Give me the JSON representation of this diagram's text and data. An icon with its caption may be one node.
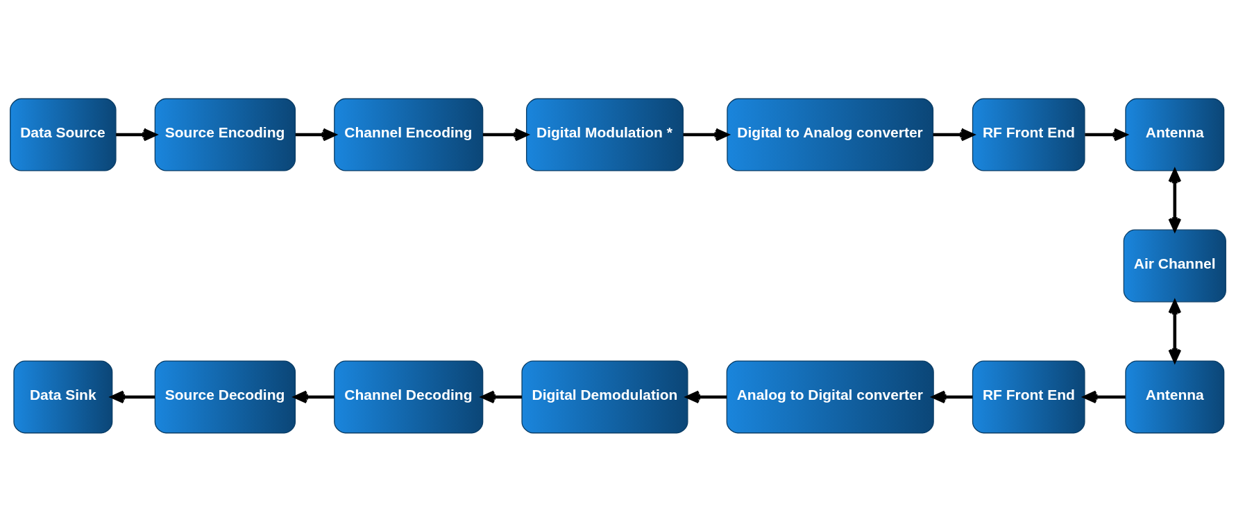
{
  "diagram": {
    "nodes": [
      {
        "text": [
          "Data Source"
        ]
      },
      {
        "text": [
          "Source Encoding"
        ]
      },
      {
        "text": [
          "Channel Encoding"
        ]
      },
      {
        "text": [
          "Digital Modulation *"
        ]
      },
      {
        "text": [
          "Digital to Analog converter"
        ]
      },
      {
        "text": [
          "RF Front End"
        ]
      },
      {
        "text": [
          "Antenna"
        ]
      },
      {
        "text": [
          "Air Channel"
        ]
      },
      {
        "text": [
          "Antenna"
        ]
      },
      {
        "text": [
          "RF Front End"
        ]
      },
      {
        "text": [
          "Analog to Digital converter"
        ]
      },
      {
        "text": [
          "Digital Demodulation"
        ]
      },
      {
        "text": [
          "Channel Decoding"
        ]
      },
      {
        "text": [
          "Source Decoding"
        ]
      },
      {
        "text": [
          "Data Sink"
        ]
      }
    ],
    "edges": [
      {
        "from": 0,
        "to": 1,
        "arrow": "to"
      },
      {
        "from": 1,
        "to": 2,
        "arrow": "to"
      },
      {
        "from": 2,
        "to": 3,
        "arrow": "to"
      },
      {
        "from": 3,
        "to": 4,
        "arrow": "to"
      },
      {
        "from": 4,
        "to": 5,
        "arrow": "to"
      },
      {
        "from": 5,
        "to": 6,
        "arrow": "to"
      },
      {
        "from": 6,
        "to": 7,
        "arrow": "both"
      },
      {
        "from": 7,
        "to": 8,
        "arrow": "both"
      },
      {
        "from": 8,
        "to": 9,
        "arrow": "to"
      },
      {
        "from": 9,
        "to": 10,
        "arrow": "to"
      },
      {
        "from": 10,
        "to": 11,
        "arrow": "to"
      },
      {
        "from": 11,
        "to": 12,
        "arrow": "to"
      },
      {
        "from": 12,
        "to": 13,
        "arrow": "to"
      },
      {
        "from": 13,
        "to": 14,
        "arrow": "to"
      }
    ]
  }
}
